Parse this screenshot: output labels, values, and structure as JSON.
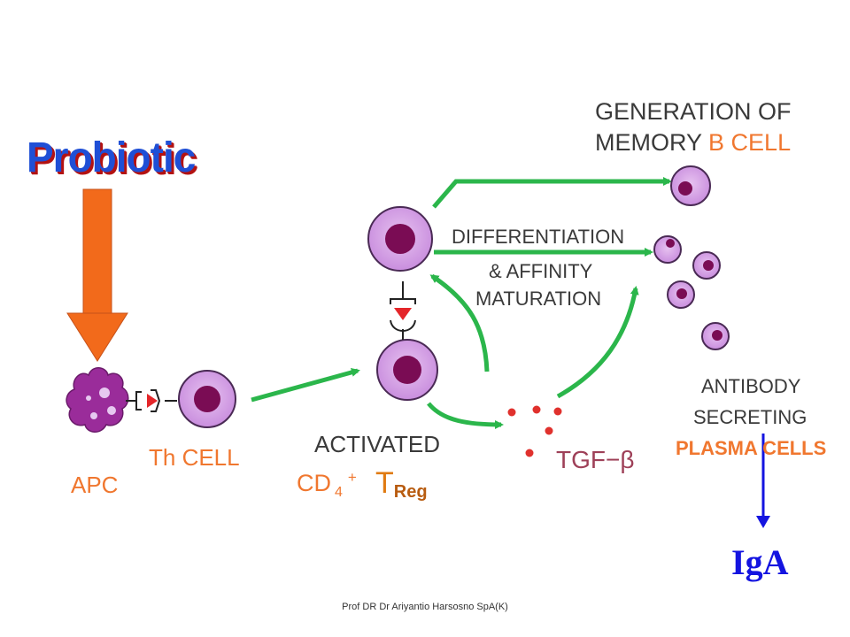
{
  "probiotic_label": "Probiotic",
  "apc_label": "APC",
  "th_cell_label": "Th CELL",
  "activated_label": "ACTIVATED",
  "cd4_label": "CD",
  "cd4_sub": "4",
  "cd4_sup": "+",
  "treg_main": "T",
  "treg_sub": "Reg",
  "tgf_label": "TGF−β",
  "memory_title_line1": "GENERATION OF",
  "memory_title_line2_a": "MEMORY ",
  "memory_title_line2_b": "B CELL",
  "differentiation_line1": "DIFFERENTIATION",
  "differentiation_line2": "& AFFINITY",
  "differentiation_line3": "MATURATION",
  "antibody_line1": "ANTIBODY",
  "antibody_line2": "SECRETING",
  "plasma_label": "PLASMA CELLS",
  "iga_label": "IgA",
  "footer_credit": "Prof DR Dr Ariyantio Harsosno SpA(K)",
  "colors": {
    "cell_fill": "#d79ee8",
    "cell_stroke": "#4a2a55",
    "nucleus": "#7a0c54",
    "green_arrow": "#2bb64b",
    "orange_arrow": "#f26a1b",
    "blue_arrow": "#1414e0",
    "receptor_red": "#e4262a",
    "dot_red": "#e0312d"
  }
}
